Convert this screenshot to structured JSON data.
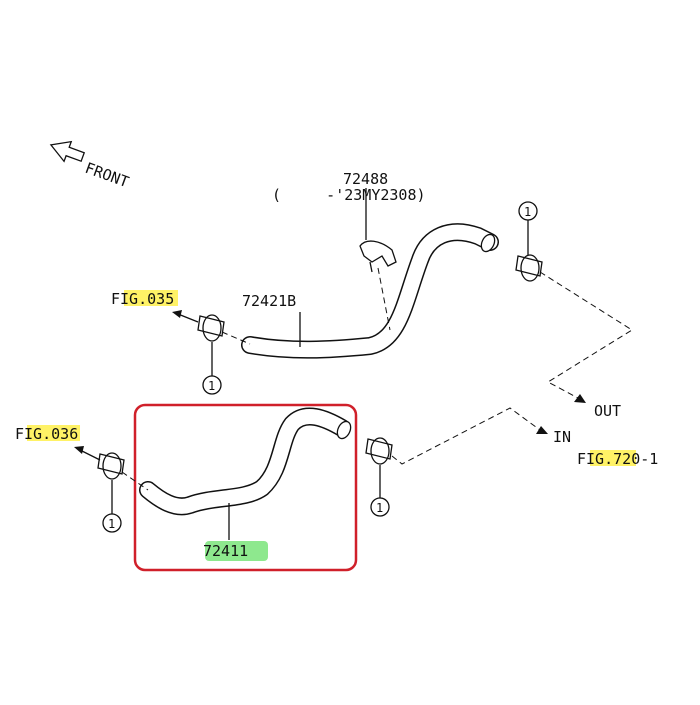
{
  "diagram": {
    "front_label": "FRONT",
    "upper_part_number": "72488",
    "upper_part_range": "(     -'23MY2308)",
    "upper_hose_number": "72421B",
    "lower_hose_number": "72411",
    "fig_035": {
      "prefix": "F",
      "highlight": "IG.03",
      "suffix": "5"
    },
    "fig_036": {
      "prefix": "F",
      "highlight": "IG.03",
      "suffix": "6"
    },
    "fig_720": {
      "prefix": "F",
      "highlight": "IG.72",
      "suffix": "0-1"
    },
    "out_label": "OUT",
    "in_label": "IN",
    "callout_1": "1",
    "colors": {
      "highlight_yellow": "#fff266",
      "highlight_green": "#8ee88e",
      "selection_box": "#d0202a"
    }
  }
}
